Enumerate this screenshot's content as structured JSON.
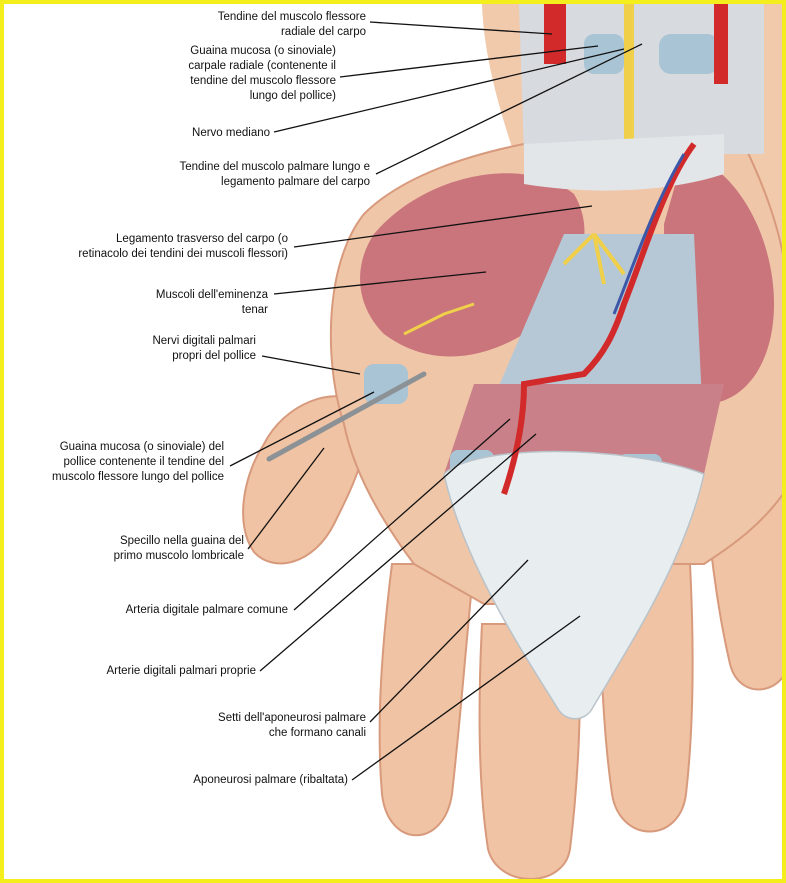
{
  "colors": {
    "frame": "#f4ee1c",
    "skin": "#efc3a3",
    "muscle": "#c9757b",
    "tendon_sheath": "#a9c4d4",
    "aponeurosis": "#e8edf0",
    "artery": "#d22a2a",
    "vein": "#3d57a8",
    "nerve": "#f0d04a",
    "leader": "#111111"
  },
  "labels": [
    {
      "id": "tendine-flessore-radiale",
      "text": "Tendine del muscolo flessore\nradiale del carpo"
    },
    {
      "id": "guaina-carpale-radiale",
      "text": "Guaina mucosa (o sinoviale)\ncarpale radiale (contenente il\ntendine del muscolo flessore\nlungo del pollice)"
    },
    {
      "id": "nervo-mediano",
      "text": "Nervo mediano"
    },
    {
      "id": "tendine-palmare-lungo",
      "text": "Tendine del muscolo palmare lungo e\nlegamento palmare del carpo"
    },
    {
      "id": "legamento-trasverso",
      "text": "Legamento trasverso del carpo (o\nretinacolo dei tendini dei muscoli flessori)"
    },
    {
      "id": "muscoli-eminenza-tenar",
      "text": "Muscoli dell'eminenza\ntenar"
    },
    {
      "id": "nervi-digitali-pollice",
      "text": "Nervi digitali palmari\npropri del pollice"
    },
    {
      "id": "guaina-pollice",
      "text": "Guaina mucosa (o sinoviale) del\npollice contenente il tendine del\nmuscolo flessore lungo del pollice"
    },
    {
      "id": "specillo-lombricale",
      "text": "Specillo nella guaina del\nprimo muscolo lombricale"
    },
    {
      "id": "arteria-digitale-comune",
      "text": "Arteria digitale palmare comune"
    },
    {
      "id": "arterie-digitali-proprie",
      "text": "Arterie digitali palmari proprie"
    },
    {
      "id": "setti-aponeurosi",
      "text": "Setti dell'aponeurosi palmare\nche formano canali"
    },
    {
      "id": "aponeurosi-palmare",
      "text": "Aponeurosi palmare (ribaltata)"
    }
  ]
}
